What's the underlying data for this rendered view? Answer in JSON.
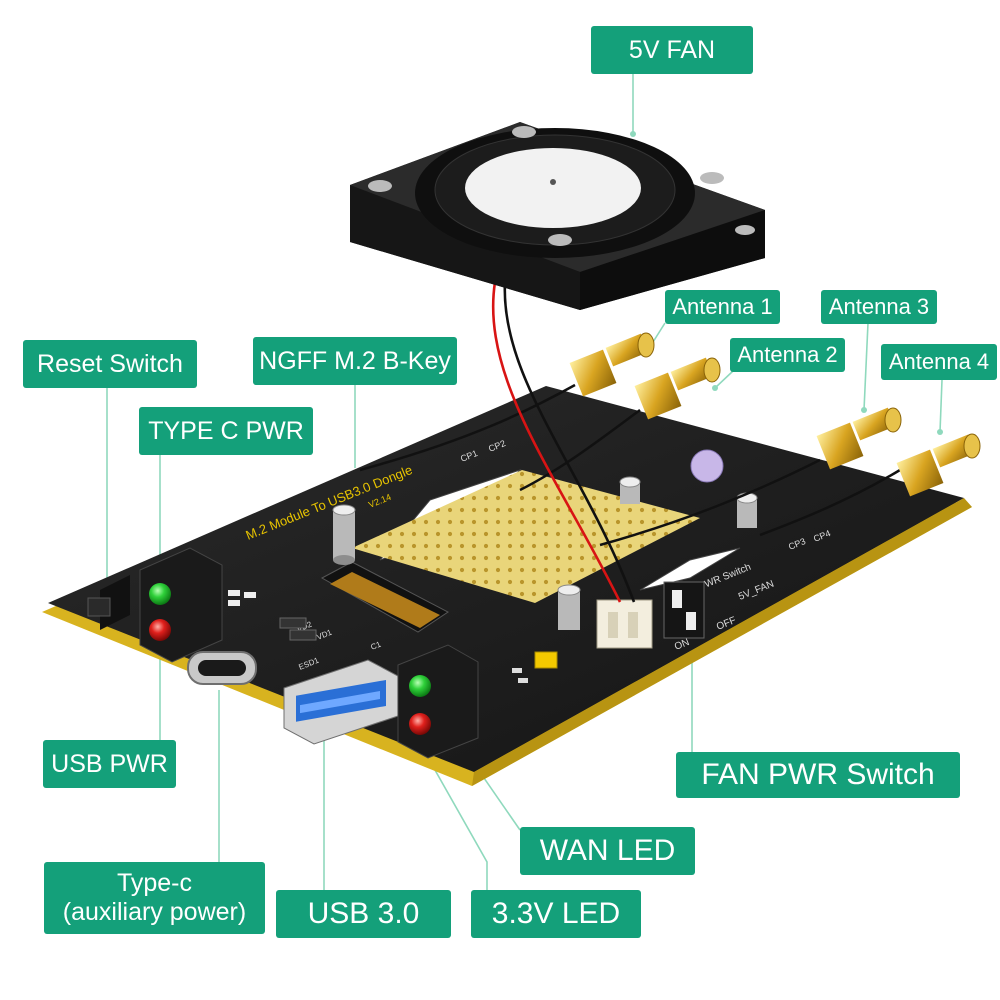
{
  "callouts": {
    "fan": "5V  FAN",
    "antenna1": "Antenna 1",
    "antenna2": "Antenna 2",
    "antenna3": "Antenna 3",
    "antenna4": "Antenna 4",
    "reset_switch": "Reset Switch",
    "ngff": "NGFF M.2 B-Key",
    "type_c_pwr": "TYPE C PWR",
    "usb_pwr": "USB PWR",
    "type_c_line1": "Type-c",
    "type_c_line2": "(auxiliary power)",
    "usb30": "USB 3.0",
    "led_33v": "3.3V LED",
    "wan_led": "WAN LED",
    "fan_pwr_switch": "FAN  PWR  Switch"
  },
  "pcb_silkscreen": {
    "title": "M.2 Module To USB3.0 Dongle",
    "version": "V2.14",
    "pwr_switch": "PWR Switch",
    "fan": "5V_FAN",
    "on": "ON",
    "off": "OFF",
    "cp1": "CP1",
    "cp2": "CP2",
    "cp3": "CP3",
    "cp4": "CP4",
    "vd1": "VD1",
    "vd2": "VD2",
    "esd1": "ESD1",
    "c1": "C1"
  },
  "colors": {
    "callout_bg": "#14a07a",
    "leader_line": "#8fd9bd",
    "pcb": "#1d1d1d",
    "pcb_edge": "#d8b31f",
    "led_green": "#2fd13a",
    "led_red": "#e0201c",
    "usb_blue": "#2a6fd6",
    "fan_body": "#1f1f1f",
    "fan_hub": "#f2f2f2",
    "wire_red": "#d81414"
  }
}
